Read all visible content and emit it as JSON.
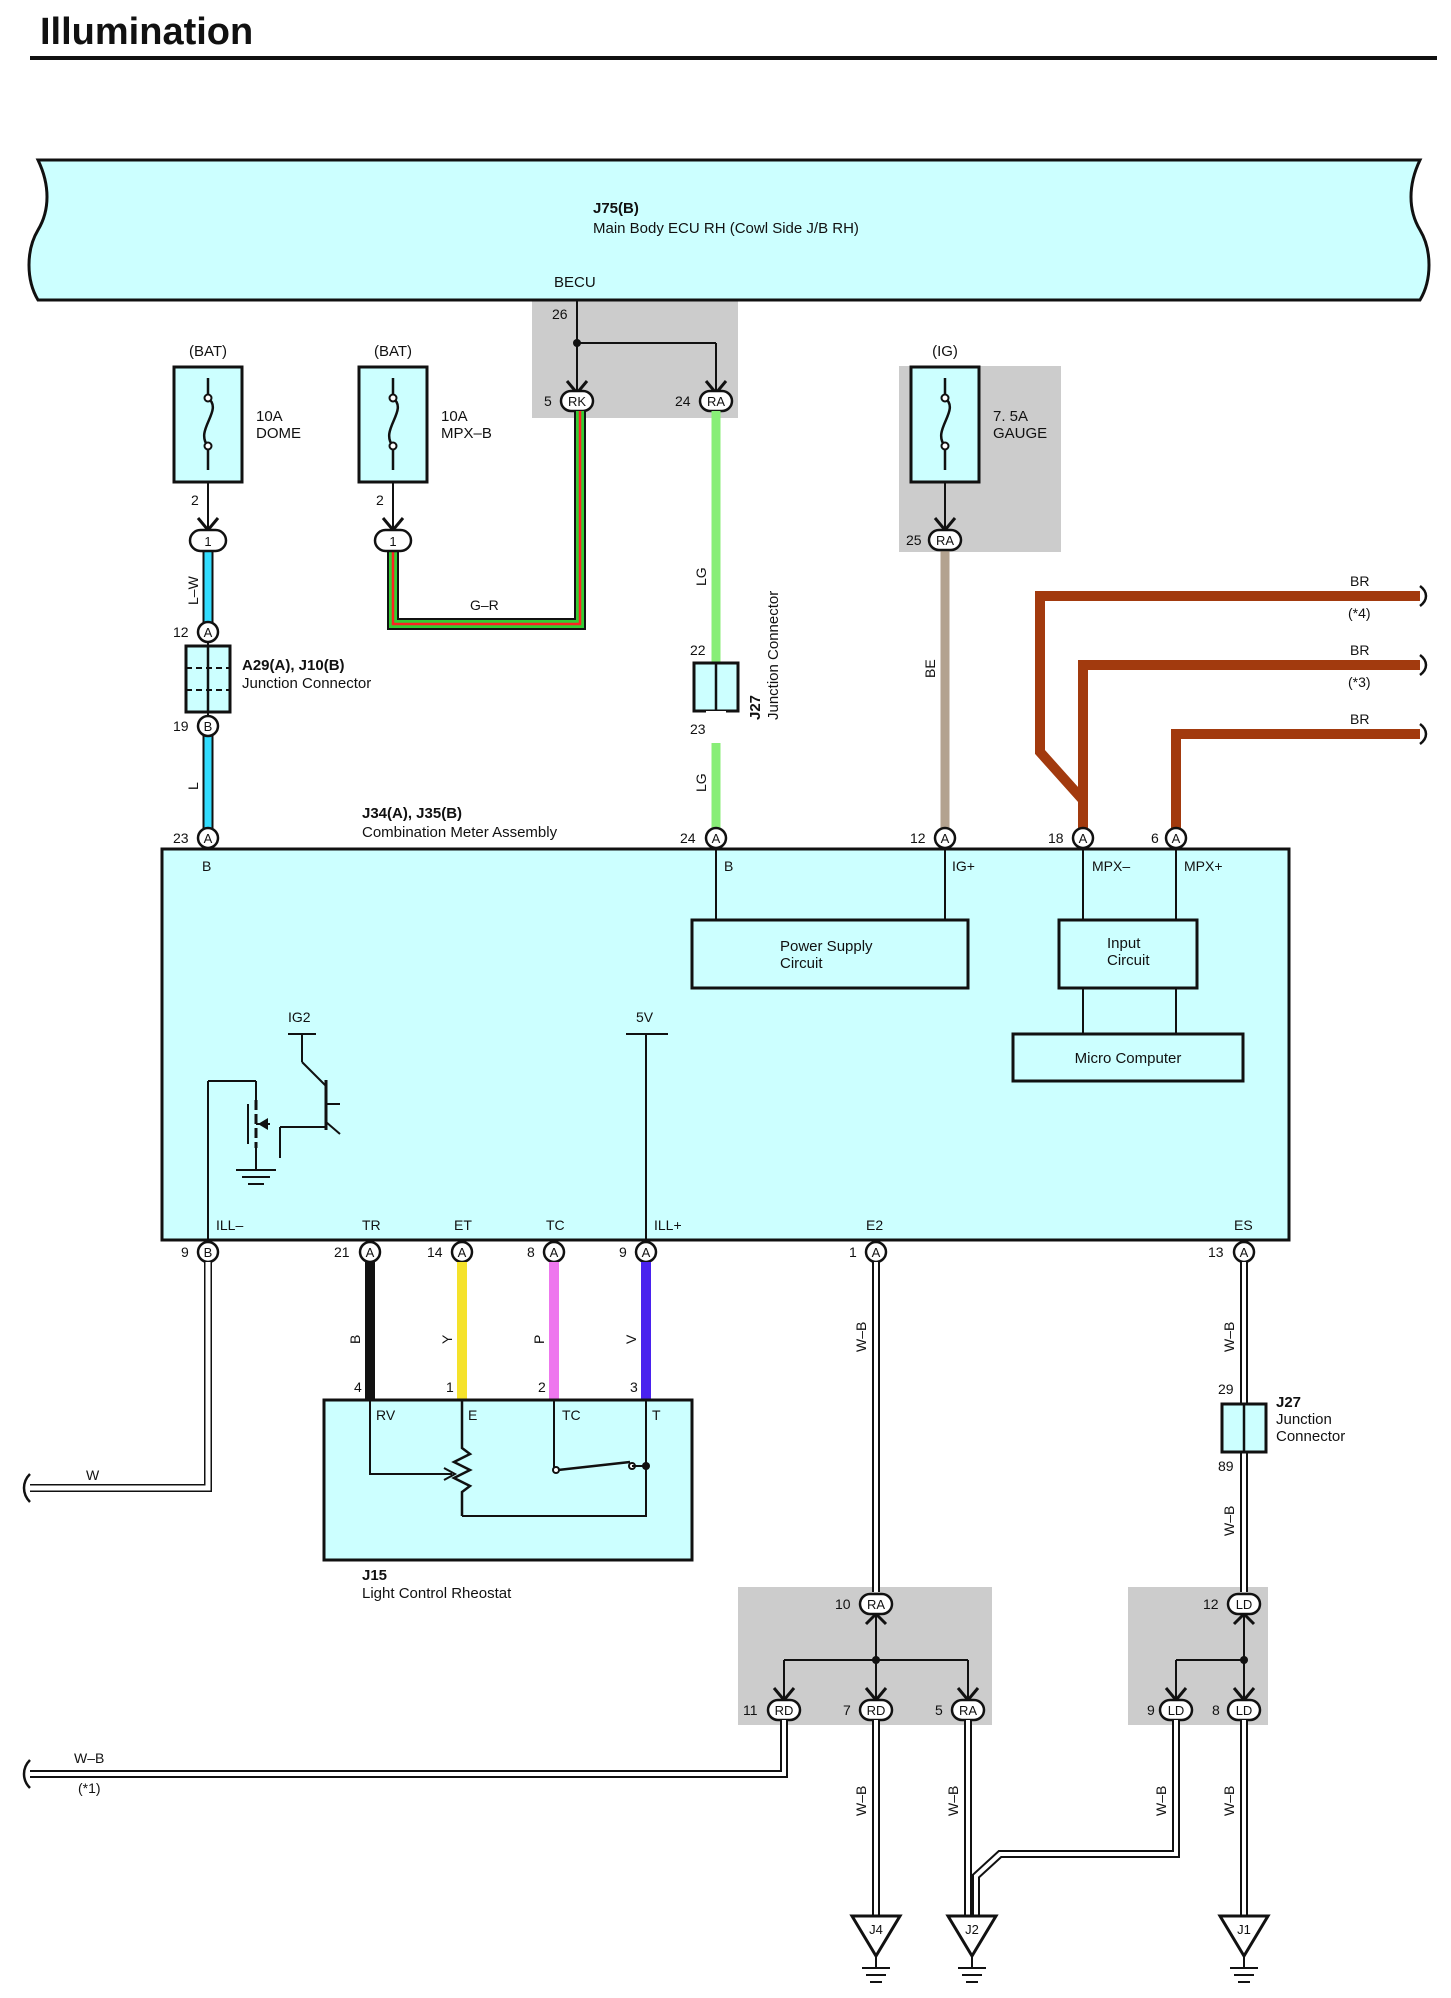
{
  "page_title": "Illumination",
  "ecu": {
    "code": "J75(B)",
    "name": "Main Body ECU RH (Cowl Side J/B RH)",
    "becu_label": "BECU",
    "becu_pin": "26",
    "out1": {
      "pin": "5",
      "conn": "RK"
    },
    "out2": {
      "pin": "24",
      "conn": "RA"
    }
  },
  "fuses": [
    {
      "source": "(BAT)",
      "rating": "10A",
      "name": "DOME",
      "out_pin": "2",
      "conn": "1"
    },
    {
      "source": "(BAT)",
      "rating": "10A",
      "name": "MPX–B",
      "out_pin": "2",
      "conn": "1"
    },
    {
      "source": "(IG)",
      "rating": "7. 5A",
      "name": "GAUGE",
      "out_pin": "25",
      "conn": "RA"
    }
  ],
  "wires": {
    "lw": "L–W",
    "l": "L",
    "gr": "G–R",
    "lg1": "LG",
    "lg2": "LG",
    "be": "BE",
    "br1": "BR",
    "br1_note": "(*4)",
    "br2": "BR",
    "br2_note": "(*3)",
    "br3": "BR",
    "b": "B",
    "y": "Y",
    "p": "P",
    "v": "V",
    "w": "W",
    "wb_e2": "W–B",
    "wb_es1": "W–B",
    "wb_es2": "W–B",
    "wb_left": "W–B",
    "wb_left_note": "(*1)",
    "wb_g1": "W–B",
    "wb_g2": "W–B",
    "wb_g3": "W–B",
    "wb_g4": "W–B"
  },
  "junction_a29": {
    "name": "A29(A), J10(B)",
    "desc": "Junction Connector",
    "pin_top": "12",
    "conn_top": "A",
    "pin_bot": "19",
    "conn_bot": "B"
  },
  "junction_j27_upper": {
    "code": "J27",
    "desc": "Junction Connector",
    "pin_top": "22",
    "pin_bot": "23"
  },
  "junction_j27_lower": {
    "code": "J27",
    "desc1": "Junction",
    "desc2": "Connector",
    "pin_top": "29",
    "pin_bot": "89"
  },
  "meter": {
    "name": "J34(A), J35(B)",
    "desc": "Combination Meter Assembly",
    "top_pins": [
      {
        "num": "23",
        "conn": "A",
        "label": "B"
      },
      {
        "num": "24",
        "conn": "A",
        "label": "B"
      },
      {
        "num": "12",
        "conn": "A",
        "label": "IG+"
      },
      {
        "num": "18",
        "conn": "A",
        "label": "MPX–"
      },
      {
        "num": "6",
        "conn": "A",
        "label": "MPX+"
      }
    ],
    "bottom_pins": [
      {
        "num": "9",
        "conn": "B",
        "label": "ILL–"
      },
      {
        "num": "21",
        "conn": "A",
        "label": "TR"
      },
      {
        "num": "14",
        "conn": "A",
        "label": "ET"
      },
      {
        "num": "8",
        "conn": "A",
        "label": "TC"
      },
      {
        "num": "9",
        "conn": "A",
        "label": "ILL+"
      },
      {
        "num": "1",
        "conn": "A",
        "label": "E2"
      },
      {
        "num": "13",
        "conn": "A",
        "label": "ES"
      }
    ],
    "power_supply": [
      "Power Supply",
      "Circuit"
    ],
    "input_circuit": [
      "Input",
      "Circuit"
    ],
    "micro_computer": "Micro Computer",
    "ig2": "IG2",
    "v5": "5V"
  },
  "rheostat": {
    "code": "J15",
    "name": "Light Control Rheostat",
    "pins": [
      "4",
      "1",
      "2",
      "3"
    ],
    "terminals": [
      "RV",
      "E",
      "TC",
      "T"
    ]
  },
  "junction_left": {
    "in_pin": "10",
    "in_conn": "RA",
    "outs": [
      {
        "pin": "11",
        "conn": "RD"
      },
      {
        "pin": "7",
        "conn": "RD"
      },
      {
        "pin": "5",
        "conn": "RA"
      }
    ]
  },
  "junction_right": {
    "in_pin": "12",
    "in_conn": "LD",
    "outs": [
      {
        "pin": "9",
        "conn": "LD"
      },
      {
        "pin": "8",
        "conn": "LD"
      }
    ]
  },
  "grounds": [
    "J4",
    "J2",
    "J1"
  ],
  "colors": {
    "module_fill": "#ccffff",
    "box_gray": "#cccccc",
    "light_blue": "#33ddff",
    "green": "#33cc33",
    "red": "#ff2222",
    "light_green": "#88ee77",
    "tan": "#b3a28f",
    "brown": "#a23a0e",
    "yellow": "#f5e22a",
    "pink": "#ee77ee",
    "violet": "#4a22ee"
  }
}
